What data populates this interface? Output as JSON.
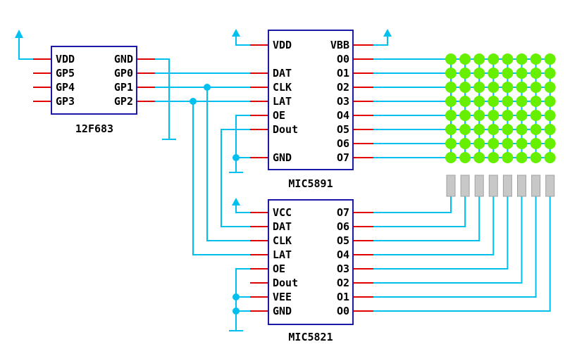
{
  "chips": {
    "pic": {
      "name": "12F683",
      "left_pins": [
        "VDD",
        "GP5",
        "GP4",
        "GP3"
      ],
      "right_pins": [
        "GND",
        "GP0",
        "GP1",
        "GP2"
      ]
    },
    "mic5891": {
      "name": "MIC5891",
      "left_pins": [
        "VDD",
        "",
        "DAT",
        "CLK",
        "LAT",
        "OE",
        "Dout",
        "",
        "GND"
      ],
      "right_pins": [
        "VBB",
        "O0",
        "O1",
        "O2",
        "O3",
        "O4",
        "O5",
        "O6",
        "O7"
      ]
    },
    "mic5821": {
      "name": "MIC5821",
      "left_pins": [
        "VCC",
        "DAT",
        "CLK",
        "LAT",
        "OE",
        "Dout",
        "VEE",
        "GND"
      ],
      "right_pins": [
        "O7",
        "O6",
        "O5",
        "O4",
        "O3",
        "O2",
        "O1",
        "O0"
      ]
    }
  },
  "led_matrix": {
    "rows": 8,
    "cols": 8,
    "color": "#66f000"
  },
  "resistor_count": 8,
  "colors": {
    "wire": "#00c0f0",
    "pin": "#e00000",
    "chip_outline": "#1a1aa6",
    "resistor": "#c8c8c8"
  }
}
